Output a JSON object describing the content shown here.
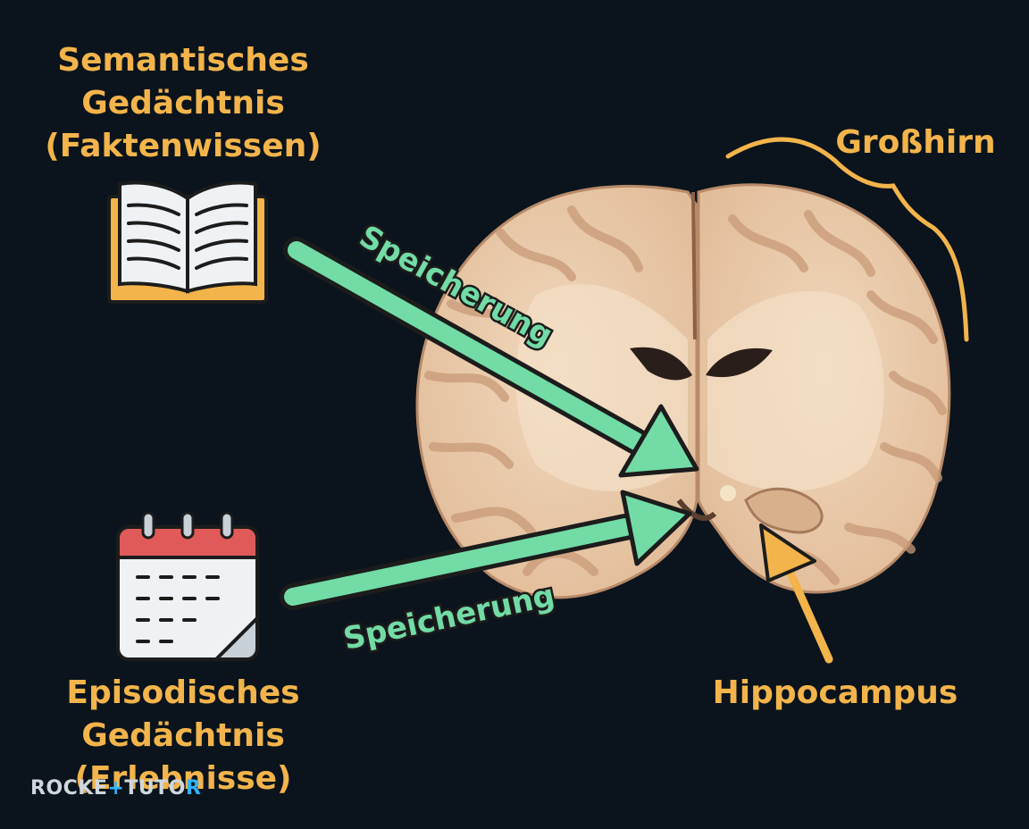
{
  "semantic": {
    "lines": [
      "Semantisches",
      "Gedächtnis",
      "(Faktenwissen)"
    ]
  },
  "episodic": {
    "lines": [
      "Episodisches",
      "Gedächtnis",
      "(Erlebnisse)"
    ]
  },
  "arrows": {
    "upper_label": "Speicherung",
    "lower_label": "Speicherung"
  },
  "grosshirn": "Großhirn",
  "hippocampus": "Hippocampus",
  "brand": {
    "part1": "ROCKE",
    "plus": "+",
    "part2": "TUTO",
    "part3": "R"
  },
  "icons": {
    "book": "open-book-icon",
    "calendar": "calendar-icon"
  },
  "colors": {
    "background": "#0b141c",
    "label_orange": "#f2b44b",
    "arrow_green": "#72dba6",
    "brain_tissue": "#e9c9a8",
    "brain_gyri": "#c99a78",
    "brand_text": "#cfd6dc",
    "brand_accent": "#2fb3ff"
  }
}
